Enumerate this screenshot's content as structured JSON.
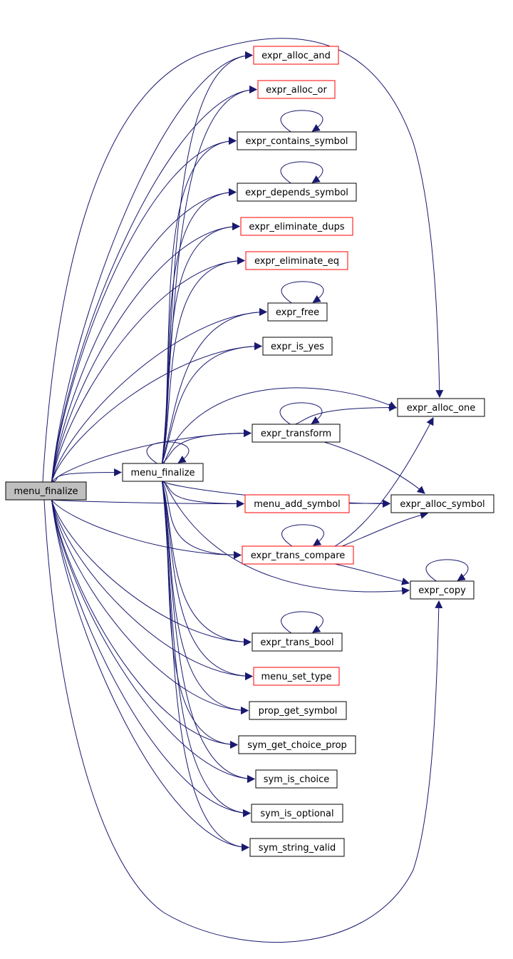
{
  "colors": {
    "edge": "#191970",
    "border_normal": "#000000",
    "border_undocumented": "#ff0000",
    "root_fill": "#bfbfbf",
    "node_fill": "#ffffff"
  },
  "nodes": [
    {
      "id": "root",
      "label": "menu_finalize",
      "style": "root"
    },
    {
      "id": "mf",
      "label": "menu_finalize",
      "style": "normal"
    },
    {
      "id": "and",
      "label": "expr_alloc_and",
      "style": "undocumented"
    },
    {
      "id": "or",
      "label": "expr_alloc_or",
      "style": "undocumented"
    },
    {
      "id": "contains",
      "label": "expr_contains_symbol",
      "style": "normal"
    },
    {
      "id": "depends",
      "label": "expr_depends_symbol",
      "style": "normal"
    },
    {
      "id": "dups",
      "label": "expr_eliminate_dups",
      "style": "undocumented"
    },
    {
      "id": "eq",
      "label": "expr_eliminate_eq",
      "style": "undocumented"
    },
    {
      "id": "free",
      "label": "expr_free",
      "style": "normal"
    },
    {
      "id": "isyes",
      "label": "expr_is_yes",
      "style": "normal"
    },
    {
      "id": "one",
      "label": "expr_alloc_one",
      "style": "normal"
    },
    {
      "id": "transform",
      "label": "expr_transform",
      "style": "normal"
    },
    {
      "id": "addsym",
      "label": "menu_add_symbol",
      "style": "undocumented"
    },
    {
      "id": "allocsym",
      "label": "expr_alloc_symbol",
      "style": "normal"
    },
    {
      "id": "cmp",
      "label": "expr_trans_compare",
      "style": "undocumented"
    },
    {
      "id": "copy",
      "label": "expr_copy",
      "style": "normal"
    },
    {
      "id": "bool",
      "label": "expr_trans_bool",
      "style": "normal"
    },
    {
      "id": "settype",
      "label": "menu_set_type",
      "style": "undocumented"
    },
    {
      "id": "propget",
      "label": "prop_get_symbol",
      "style": "normal"
    },
    {
      "id": "choiceprop",
      "label": "sym_get_choice_prop",
      "style": "normal"
    },
    {
      "id": "ischoice",
      "label": "sym_is_choice",
      "style": "normal"
    },
    {
      "id": "isopt",
      "label": "sym_is_optional",
      "style": "normal"
    },
    {
      "id": "strvalid",
      "label": "sym_string_valid",
      "style": "normal"
    }
  ],
  "edges": [
    [
      "root",
      "and"
    ],
    [
      "root",
      "or"
    ],
    [
      "root",
      "contains"
    ],
    [
      "root",
      "depends"
    ],
    [
      "root",
      "dups"
    ],
    [
      "root",
      "eq"
    ],
    [
      "root",
      "free"
    ],
    [
      "root",
      "isyes"
    ],
    [
      "root",
      "one"
    ],
    [
      "root",
      "transform"
    ],
    [
      "root",
      "mf"
    ],
    [
      "root",
      "addsym"
    ],
    [
      "root",
      "cmp"
    ],
    [
      "root",
      "copy"
    ],
    [
      "root",
      "bool"
    ],
    [
      "root",
      "settype"
    ],
    [
      "root",
      "propget"
    ],
    [
      "root",
      "choiceprop"
    ],
    [
      "root",
      "ischoice"
    ],
    [
      "root",
      "isopt"
    ],
    [
      "root",
      "strvalid"
    ],
    [
      "mf",
      "mf"
    ],
    [
      "mf",
      "and"
    ],
    [
      "mf",
      "or"
    ],
    [
      "mf",
      "contains"
    ],
    [
      "mf",
      "depends"
    ],
    [
      "mf",
      "dups"
    ],
    [
      "mf",
      "eq"
    ],
    [
      "mf",
      "free"
    ],
    [
      "mf",
      "isyes"
    ],
    [
      "mf",
      "one"
    ],
    [
      "mf",
      "transform"
    ],
    [
      "mf",
      "addsym"
    ],
    [
      "mf",
      "allocsym"
    ],
    [
      "mf",
      "cmp"
    ],
    [
      "mf",
      "copy"
    ],
    [
      "mf",
      "bool"
    ],
    [
      "mf",
      "settype"
    ],
    [
      "mf",
      "propget"
    ],
    [
      "mf",
      "choiceprop"
    ],
    [
      "mf",
      "ischoice"
    ],
    [
      "mf",
      "isopt"
    ],
    [
      "mf",
      "strvalid"
    ],
    [
      "contains",
      "contains"
    ],
    [
      "depends",
      "depends"
    ],
    [
      "free",
      "free"
    ],
    [
      "transform",
      "transform"
    ],
    [
      "transform",
      "one"
    ],
    [
      "transform",
      "allocsym"
    ],
    [
      "addsym",
      "allocsym"
    ],
    [
      "cmp",
      "cmp"
    ],
    [
      "cmp",
      "one"
    ],
    [
      "cmp",
      "allocsym"
    ],
    [
      "cmp",
      "copy"
    ],
    [
      "copy",
      "copy"
    ],
    [
      "bool",
      "bool"
    ]
  ]
}
